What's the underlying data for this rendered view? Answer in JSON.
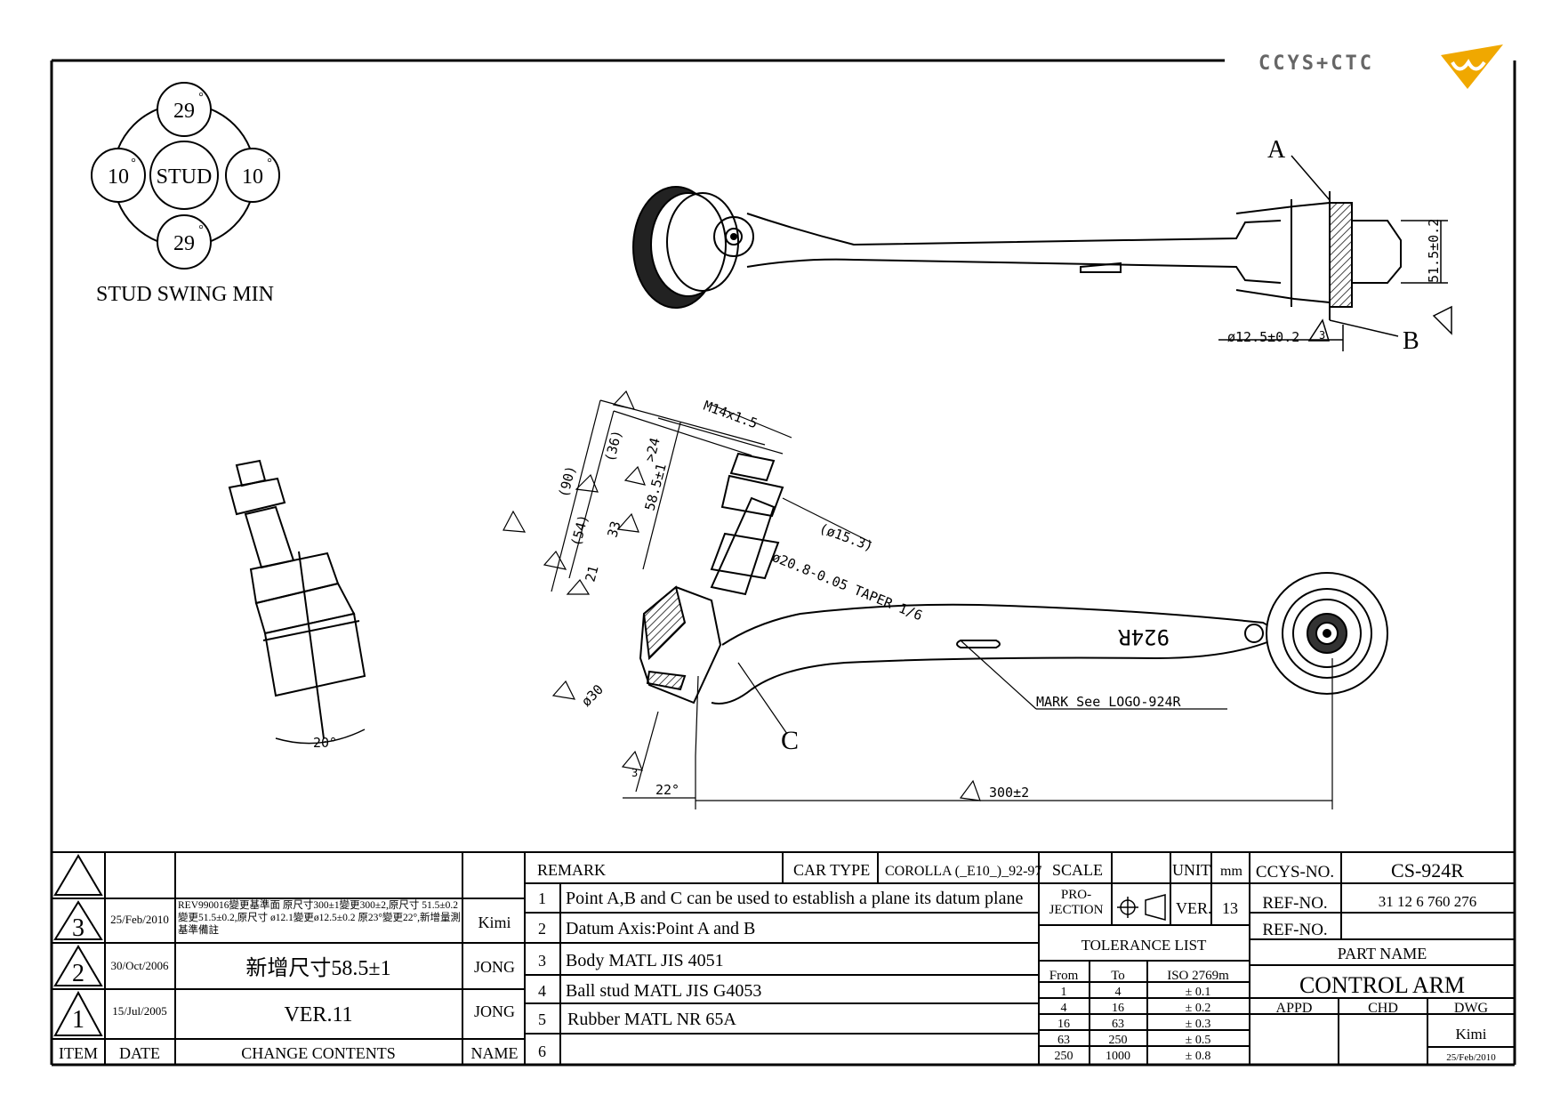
{
  "logo": {
    "text": "CCYS+CTC"
  },
  "stud_swing": {
    "top": "29",
    "bottom": "29",
    "left": "10",
    "right": "10",
    "center": "STUD",
    "deg": "°",
    "caption": "STUD SWING MIN"
  },
  "top_view": {
    "point_a": "A",
    "point_b": "B",
    "dim_height": "51.5±0.2",
    "dim_diameter": "ø12.5±0.2",
    "tri_num": "3"
  },
  "front_view": {
    "m14": "M14x1.5",
    "d90": "(90)",
    "d36": "(36)",
    "d24": ">24",
    "d585": "58.5±1",
    "d54": "(54)",
    "d33": "33",
    "d21": "21",
    "d153": "(ø15.3)",
    "taper": "ø20.8-0.05 TAPER 1/6",
    "d30": "ø30",
    "part_mark": "924R",
    "mark_note": "MARK See LOGO-924R",
    "point_c": "C",
    "d22": "22°",
    "d300": "300±2",
    "tri_num": "3",
    "swing20": "20°"
  },
  "revisions": [
    {
      "item": "3",
      "date": "25/Feb/2010",
      "content": "REV990016變更基準面 原尺寸300±1變更300±2,原尺寸 51.5±0.2變更51.5±0.2,原尺寸 ø12.1變更ø12.5±0.2 原23°變更22°,新增量測基準備註",
      "name": "Kimi"
    },
    {
      "item": "2",
      "date": "30/Oct/2006",
      "content": "新增尺寸58.5±1",
      "name": "JONG"
    },
    {
      "item": "1",
      "date": "15/Jul/2005",
      "content": "VER.11",
      "name": "JONG"
    }
  ],
  "rev_headers": {
    "item": "ITEM",
    "date": "DATE",
    "content": "CHANGE CONTENTS",
    "name": "NAME"
  },
  "remark": {
    "title": "REMARK",
    "car_type_label": "CAR TYPE",
    "car_type": "COROLLA (_E10_)_92-97",
    "items": [
      {
        "num": "1",
        "text": "Point A,B and C can be used to establish a plane its datum plane"
      },
      {
        "num": "2",
        "text": "Datum Axis:Point A and B"
      },
      {
        "num": "3",
        "text": "Body MATL JIS 4051"
      },
      {
        "num": "4",
        "text": "Ball stud MATL JIS G4053"
      },
      {
        "num": "5",
        "text": "Rubber MATL NR 65A"
      },
      {
        "num": "6",
        "text": ""
      }
    ]
  },
  "scale": {
    "scale_label": "SCALE",
    "unit_label": "UNIT",
    "unit": "mm",
    "projection": "PRO-\nJECTION",
    "ver_label": "VER.",
    "ver": "13"
  },
  "tolerance": {
    "title": "TOLERANCE LIST",
    "headers": [
      "From",
      "To",
      "ISO 2769m"
    ],
    "rows": [
      [
        "1",
        "4",
        "± 0.1"
      ],
      [
        "4",
        "16",
        "± 0.2"
      ],
      [
        "16",
        "63",
        "± 0.3"
      ],
      [
        "63",
        "250",
        "± 0.5"
      ],
      [
        "250",
        "1000",
        "± 0.8"
      ]
    ]
  },
  "info": {
    "ccys_label": "CCYS-NO.",
    "ccys": "CS-924R",
    "ref1_label": "REF-NO.",
    "ref1": "31 12 6 760 276",
    "ref2_label": "REF-NO.",
    "ref2": "",
    "part_name_label": "PART NAME",
    "part_name": "CONTROL ARM",
    "appd": "APPD",
    "chd": "CHD",
    "dwg": "DWG",
    "dwg_name": "Kimi",
    "dwg_date": "25/Feb/2010"
  }
}
